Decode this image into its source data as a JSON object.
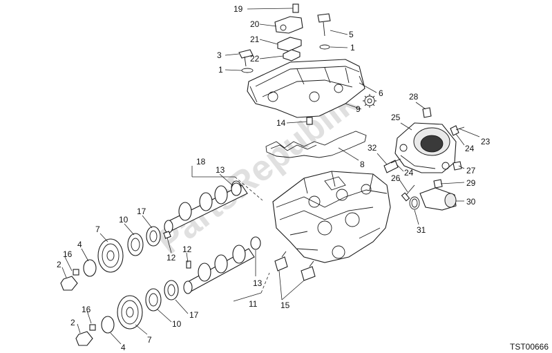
{
  "diagram": {
    "drawing_code": "TST00666",
    "watermark": "PartsRepublik",
    "callouts": [
      "19",
      "20",
      "21",
      "22",
      "3",
      "1",
      "5",
      "1",
      "6",
      "9",
      "28",
      "25",
      "23",
      "24",
      "14",
      "8",
      "32",
      "24",
      "27",
      "26",
      "29",
      "30",
      "31",
      "18",
      "13",
      "17",
      "10",
      "7",
      "16",
      "4",
      "2",
      "12",
      "12",
      "13",
      "11",
      "15",
      "16",
      "2",
      "4",
      "7",
      "10",
      "17"
    ]
  }
}
